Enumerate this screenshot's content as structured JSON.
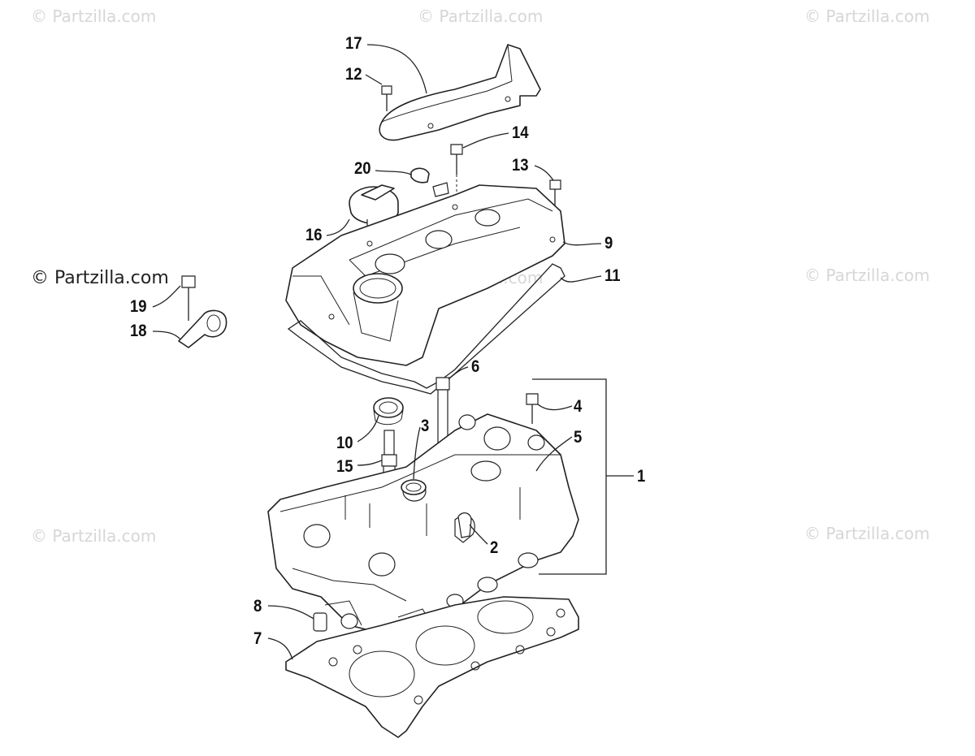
{
  "watermarks": {
    "text": "© Partzilla.com"
  },
  "callouts": {
    "c1": "1",
    "c2": "2",
    "c3": "3",
    "c4": "4",
    "c5": "5",
    "c6": "6",
    "c7": "7",
    "c8": "8",
    "c9": "9",
    "c10": "10",
    "c11": "11",
    "c12": "12",
    "c13": "13",
    "c14": "14",
    "c15": "15",
    "c16": "16",
    "c17": "17",
    "c18": "18",
    "c19": "19",
    "c20": "20"
  },
  "colors": {
    "line": "#222222",
    "watermark": "#d6d6d6",
    "background": "#ffffff"
  }
}
